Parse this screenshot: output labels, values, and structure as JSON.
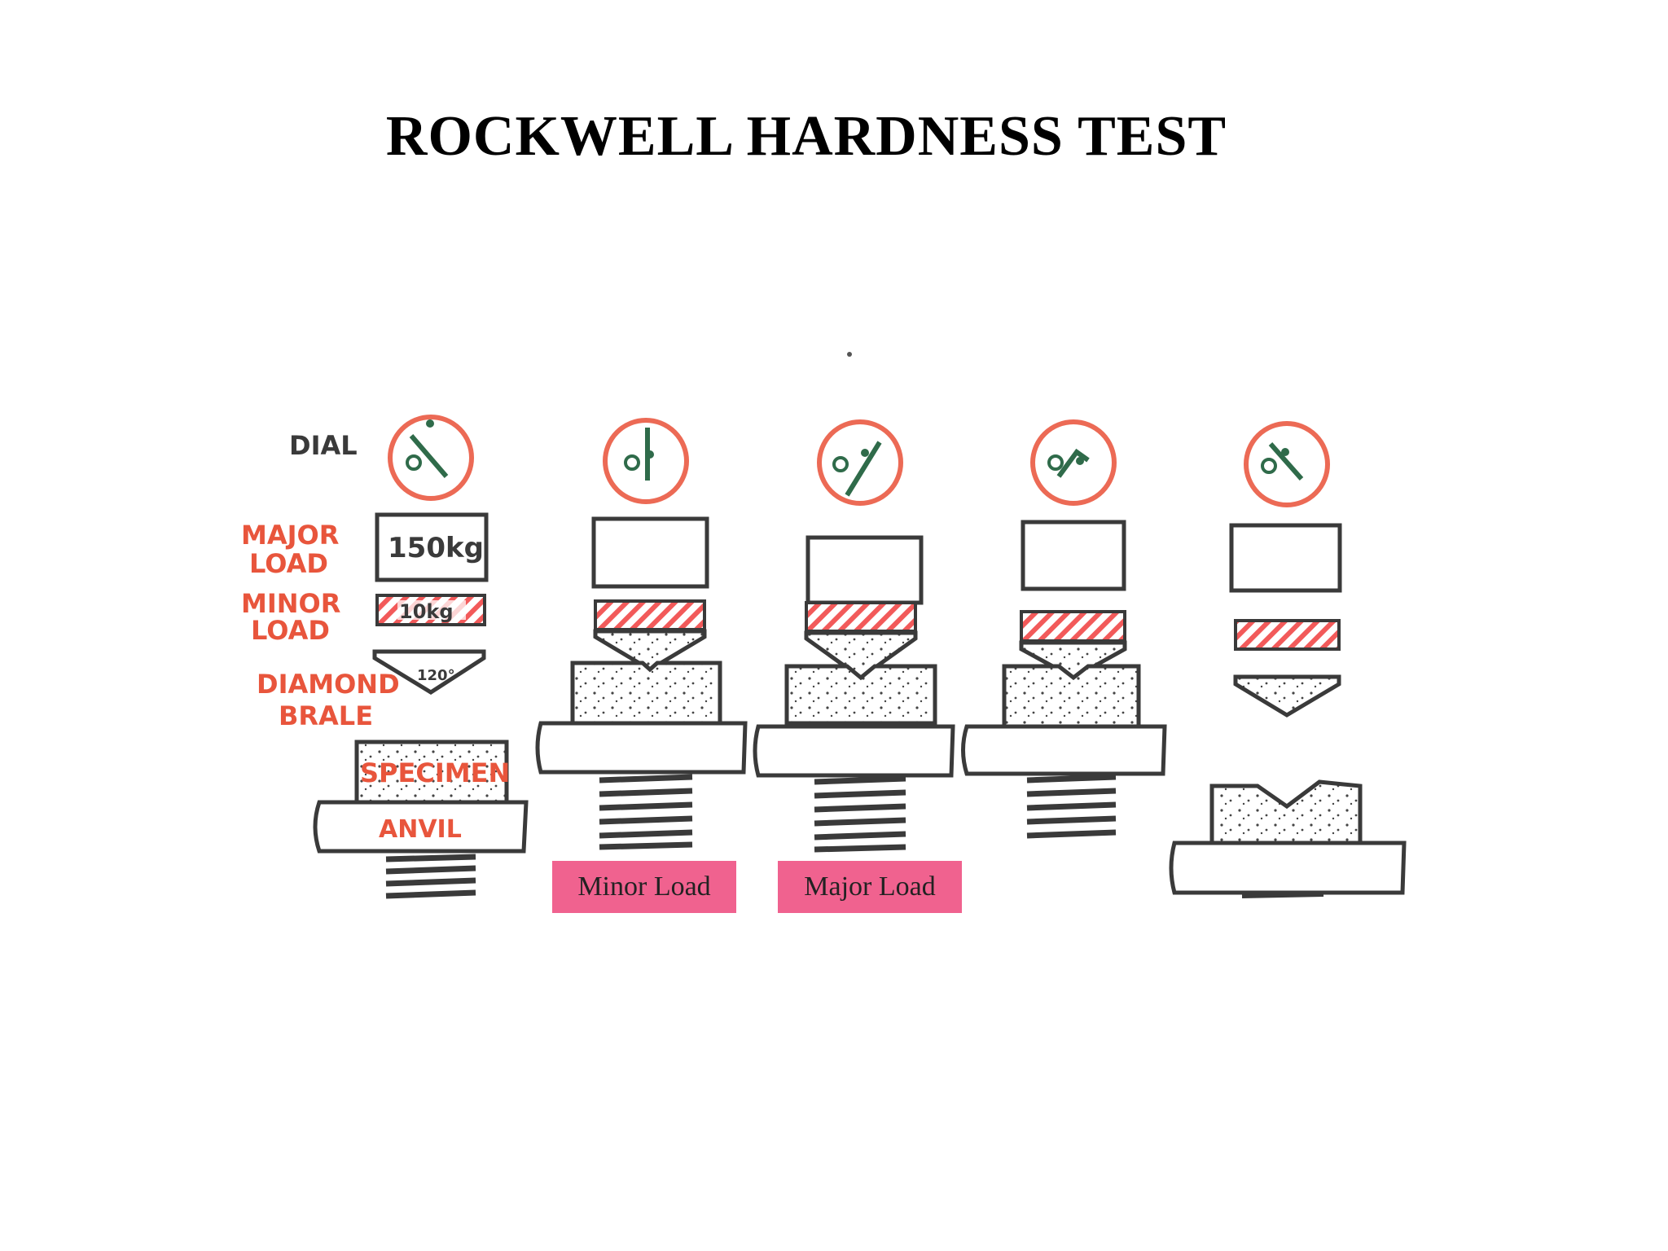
{
  "title": "ROCKWELL HARDNESS TEST",
  "colors": {
    "ink": "#3a3a3a",
    "label_red": "#e8553c",
    "dial_red": "#ec6a55",
    "needle_green": "#2f6b4a",
    "hatch_red": "#f25a5a",
    "tag_pink": "#f0628f"
  },
  "labels": {
    "dial": "DIAL",
    "major_load_line1": "MAJOR",
    "major_load_line2": "LOAD",
    "minor_load_line1": "MINOR",
    "minor_load_line2": "LOAD",
    "diamond_line1": "DIAMOND",
    "diamond_line2": "BRALE",
    "specimen": "SPECIMEN",
    "anvil": "ANVIL",
    "major_weight": "150kg",
    "minor_weight": "10kg",
    "cone_angle": "120°"
  },
  "tags": {
    "minor_load": "Minor Load",
    "major_load": "Major Load"
  },
  "tag_color": "#f0628f"
}
